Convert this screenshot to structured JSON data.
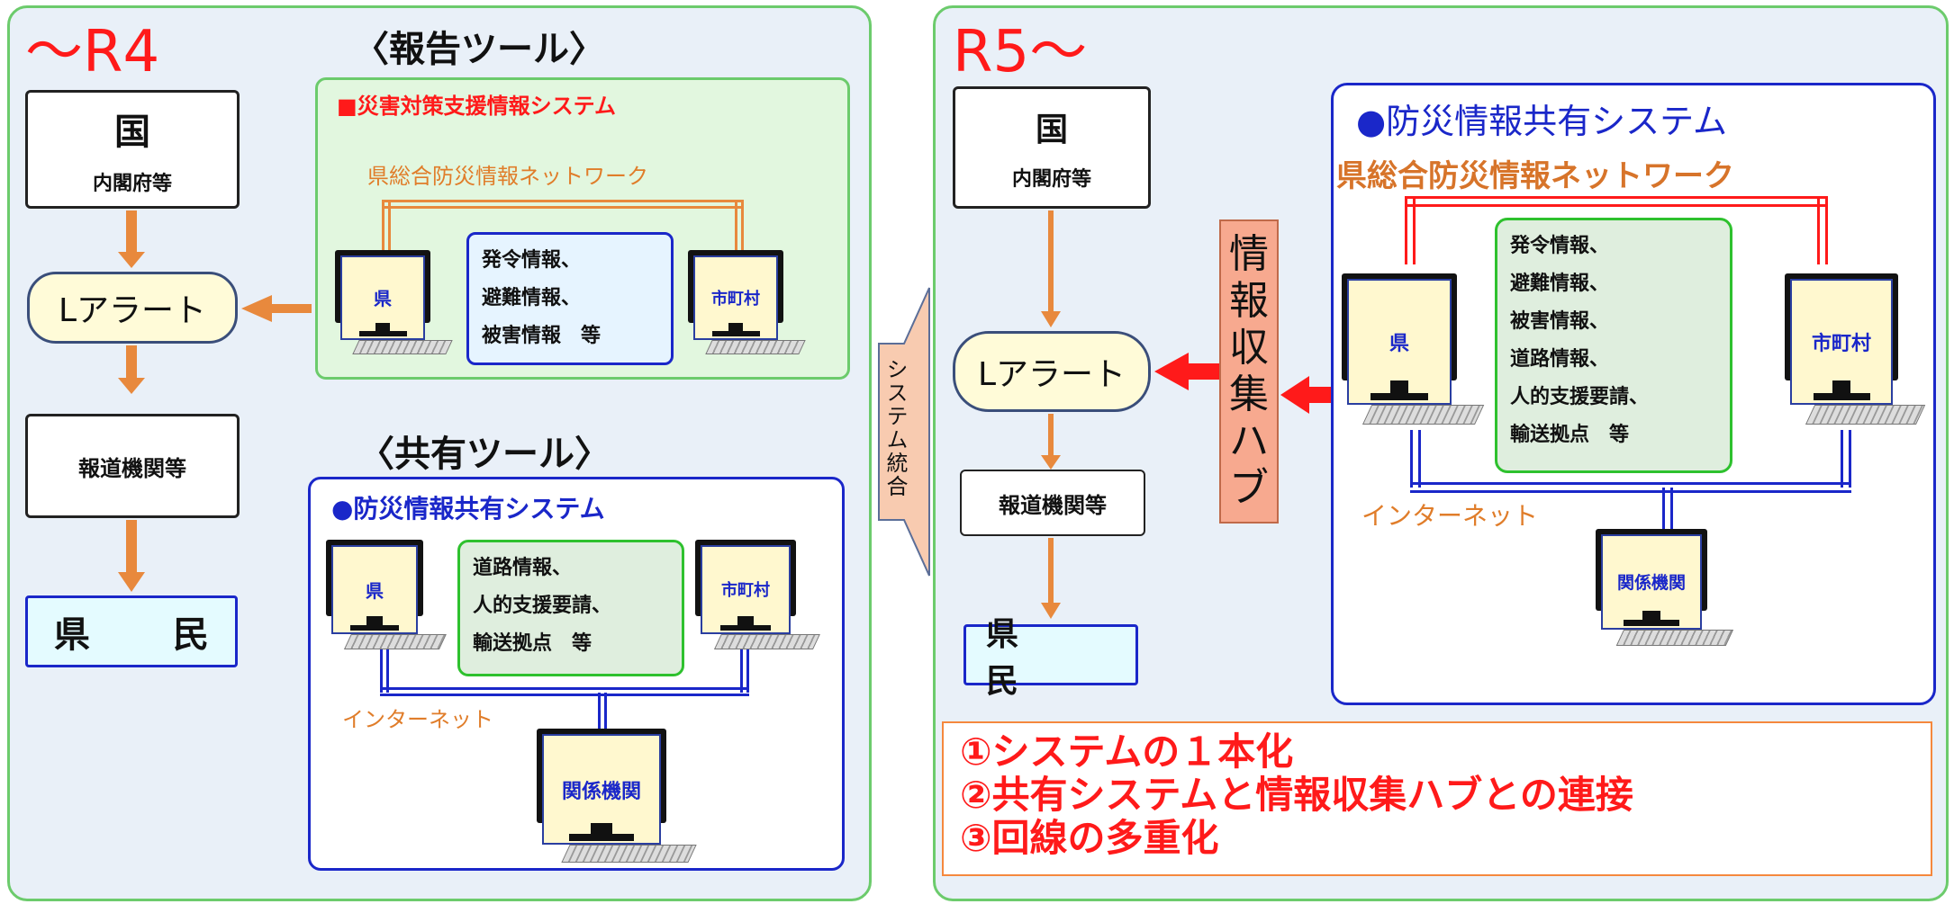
{
  "left": {
    "era_label": "～R4",
    "kuni": "国",
    "kuni_sub": "内閣府等",
    "l_alert": "Lアラート",
    "media": "報道機関等",
    "citizens": "県　民",
    "report_tool": {
      "title": "〈報告ツール〉",
      "system": "■災害対策支援情報システム",
      "network": "県総合防災情報ネットワーク",
      "pc_left": "県",
      "pc_right": "市町村",
      "info": [
        "発令情報、",
        "避難情報、",
        "被害情報　等"
      ]
    },
    "share_tool": {
      "title": "〈共有ツール〉",
      "system": "●防災情報共有システム",
      "pc_left": "県",
      "pc_right": "市町村",
      "pc_bottom": "関係機関",
      "internet": "インターネット",
      "info": [
        "道路情報、",
        "人的支援要請、",
        "輸送拠点　等"
      ]
    }
  },
  "integration": "システム統合",
  "right": {
    "era_label": "R5～",
    "kuni": "国",
    "kuni_sub": "内閣府等",
    "l_alert": "Lアラート",
    "media": "報道機関等",
    "citizens": "県　民",
    "hub": [
      "情",
      "報",
      "収",
      "集",
      "ハ",
      "ブ"
    ],
    "system": "●防災情報共有システム",
    "network": "県総合防災情報ネットワーク",
    "pc_left": "県",
    "pc_right": "市町村",
    "pc_bottom": "関係機関",
    "internet": "インターネット",
    "info": [
      "発令情報、",
      "避難情報、",
      "被害情報、",
      "道路情報、",
      "人的支援要請、",
      "輸送拠点　等"
    ],
    "goals": [
      "①システムの１本化",
      "②共有システムと情報収集ハブとの連接",
      "③回線の多重化"
    ]
  },
  "colors": {
    "panel_border": "#6ccb6c",
    "panel_bg": "#e9f0f8",
    "accent_red": "#ff1a1a",
    "arrow_orange": "#e8893d",
    "blue": "#1a27c9"
  }
}
